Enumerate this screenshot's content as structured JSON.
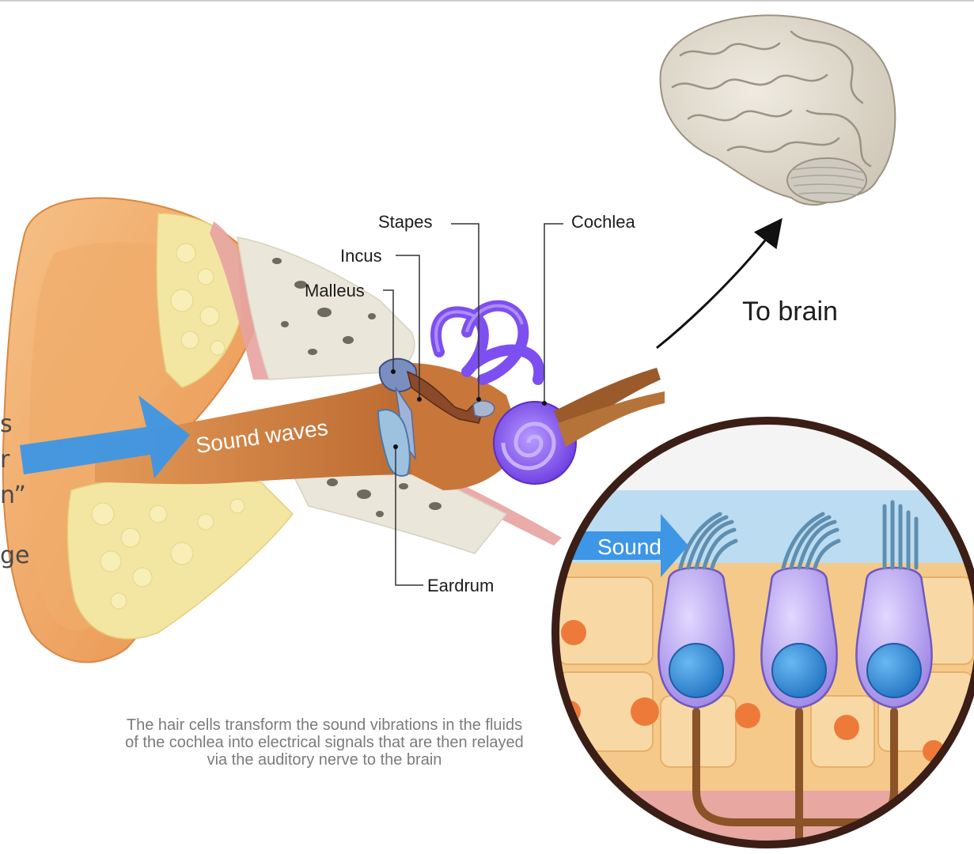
{
  "labels": {
    "stapes": "Stapes",
    "incus": "Incus",
    "malleus": "Malleus",
    "cochlea": "Cochlea",
    "eardrum": "Eardrum",
    "to_brain": "To brain",
    "sound_waves": "Sound waves",
    "sound": "Sound"
  },
  "caption": "The hair cells transform the sound vibrations in the fluids of the cochlea into electrical signals that are then relayed via the auditory nerve to the brain",
  "background_text_fragments": [
    "s",
    "r",
    "n”",
    "ge"
  ],
  "colors": {
    "skin": "#f2a45e",
    "skin_light": "#f6c088",
    "fat": "#f3e59a",
    "bone": "#ece7dc",
    "canal": "#c97a3e",
    "cochlea": "#8a5bf0",
    "hair_cell": "#b9a7ee",
    "nucleus": "#3a8fd6",
    "arrow_blue": "#3d96e6",
    "ring": "#3b1e16"
  }
}
